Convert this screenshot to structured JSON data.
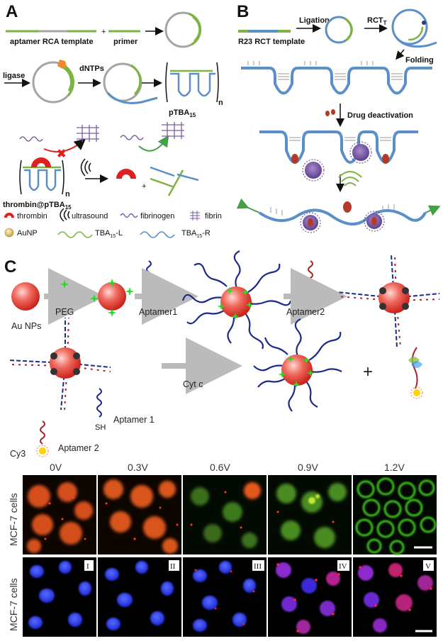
{
  "panels": {
    "a": "A",
    "b": "B",
    "c": "C"
  },
  "panel_a": {
    "aptamer_template": "aptamer RCA template",
    "primer": "primer",
    "ligase": "ligase",
    "dntps": "dNTPs",
    "ptba": "pTBA",
    "ptba_sub": "15",
    "repeat_n": "n",
    "complex": "thrombin@pTBA",
    "complex_sub": "15",
    "legend": {
      "thrombin": "thrombin",
      "ultrasound": "ultrasound",
      "fibrinogen": "fibrinogen",
      "fibrin": "fibrin",
      "aunp": "AuNP",
      "tba_l": "TBA",
      "tba_l_sub": "15",
      "tba_l_suffix": "-L",
      "tba_r": "TBA",
      "tba_r_sub": "15",
      "tba_r_suffix": "-R"
    }
  },
  "panel_b": {
    "template": "R23 RCT template",
    "ligation": "Ligation",
    "rct": "RCT",
    "rct_sub": "T",
    "folding": "Folding",
    "drug_deactivation": "Drug deactivation"
  },
  "panel_c": {
    "au_nps": "Au NPs",
    "peg": "PEG",
    "sh1": "SH",
    "aptamer1": "Aptamer1",
    "aptamer2": "Aptamer2",
    "cytc": "Cyt c",
    "sh2": "SH",
    "aptamer_1": "Aptamer 1",
    "cy3": "Cy3",
    "aptamer_2": "Aptamer 2",
    "plus": "+"
  },
  "micrographs": {
    "voltages": [
      "0V",
      "0.3V",
      "0.6V",
      "0.9V",
      "1.2V"
    ],
    "row_label": "MCF-7 cells",
    "roman": [
      "I",
      "II",
      "III",
      "IV",
      "V"
    ]
  },
  "colors": {
    "green_strand": "#7cb342",
    "blue_strand": "#5b8fc7",
    "thrombin_red": "#e0201e",
    "fibrin_purple": "#7b5ea7",
    "aptamer_navy": "#1c2a8a",
    "nanoparticle_red": "#e8413a",
    "peg_green": "#22dd22",
    "cy3_yellow": "#ffd400"
  }
}
